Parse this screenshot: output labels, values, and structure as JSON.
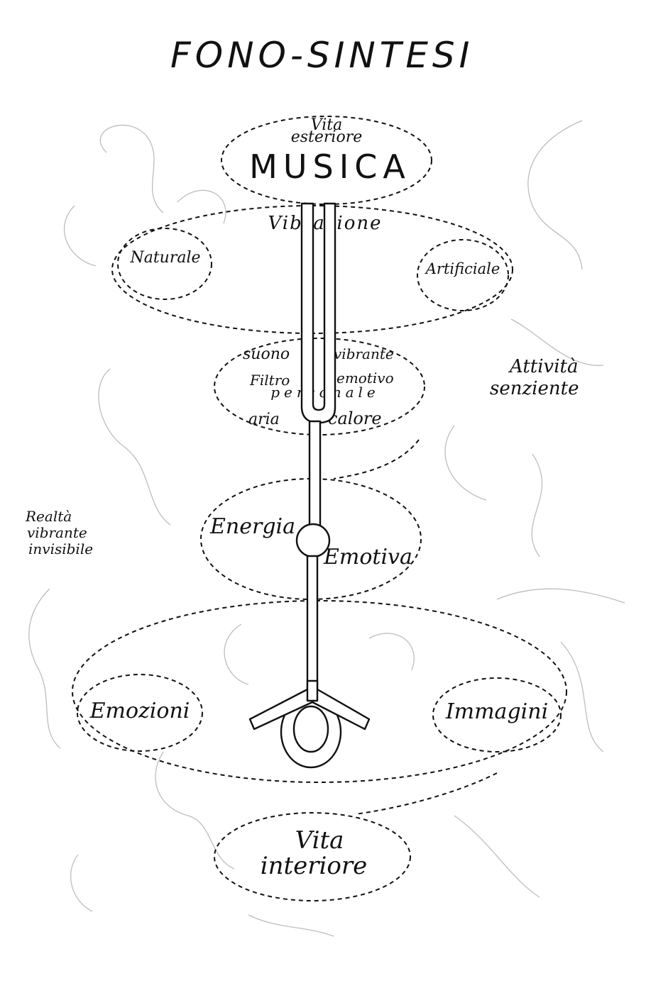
{
  "title": "FONO-SINTESI",
  "top_node": {
    "small_line1": "Vita",
    "small_line2": "esteriore",
    "main": "MUSICA"
  },
  "vibration": {
    "label": "Vibrazione",
    "left": "Naturale",
    "right": "Artificiale"
  },
  "filter": {
    "suono": "suono",
    "vibrante": "vibrante",
    "filtro": "Filtro",
    "emotivo": "emotivo",
    "personale": "personale",
    "aria": "aria",
    "calore": "calore"
  },
  "side_right": {
    "line1": "Attività",
    "line2": "senziente"
  },
  "side_left": {
    "line1": "Realtà",
    "line2": "vibrante",
    "line3": "invisibile"
  },
  "energy": {
    "left": "Energia",
    "right": "Emotiva"
  },
  "lower": {
    "left": "Emozioni",
    "right": "Immagini"
  },
  "bottom_node": {
    "line1": "Vita",
    "line2": "interiore"
  }
}
